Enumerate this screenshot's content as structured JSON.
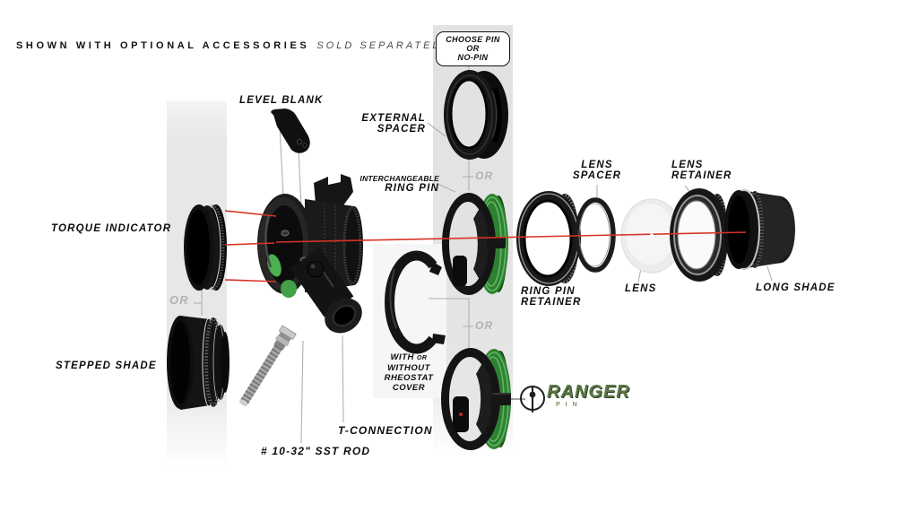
{
  "header": {
    "title_bold": "SHOWN WITH OPTIONAL ACCESSORIES",
    "title_italic": "SOLD SEPARATELY"
  },
  "callout": {
    "line1": "CHOOSE PIN",
    "line2": "OR",
    "line3": "NO-PIN"
  },
  "labels": {
    "level_blank": "LEVEL BLANK",
    "external_spacer_1": "EXTERNAL",
    "external_spacer_2": "SPACER",
    "interchangeable": "INTERCHANGEABLE",
    "ring_pin": "RING PIN",
    "torque_indicator": "TORQUE INDICATOR",
    "or_left": "OR",
    "or_mid_top": "OR",
    "or_mid_bottom": "OR",
    "stepped_shade": "STEPPED SHADE",
    "t_connection": "T-CONNECTION",
    "sst_rod": "# 10-32\" SST ROD",
    "ring_pin_retainer_1": "RING PIN",
    "ring_pin_retainer_2": "RETAINER",
    "lens_spacer_1": "LENS",
    "lens_spacer_2": "SPACER",
    "lens": "LENS",
    "lens_retainer_1": "LENS",
    "lens_retainer_2": "RETAINER",
    "long_shade": "LONG SHADE"
  },
  "rheostat": {
    "with": "WITH",
    "or": "OR",
    "without": "WITHOUT",
    "rheostat": "RHEOSTAT",
    "cover": "COVER"
  },
  "logo": {
    "name": "RANGER",
    "sub": "PIN"
  },
  "colors": {
    "accent_red": "#d63426",
    "part_green": "#2f8132",
    "logo_green": "#5a7747",
    "strip_gray": "#e7e7e7",
    "label_gray": "#b2b2b2"
  }
}
